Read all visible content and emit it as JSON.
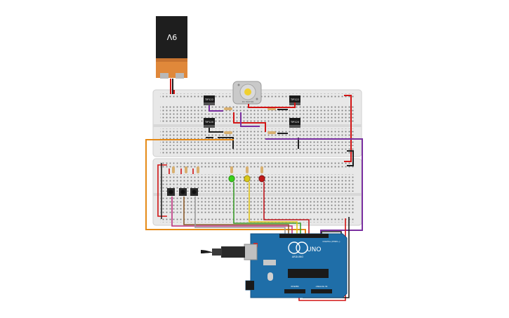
{
  "battery": {
    "label": "9V"
  },
  "motor": {
    "label": "DC MOTOR"
  },
  "transistors": [
    {
      "id": "q1",
      "label": "TIP122"
    },
    {
      "id": "q2",
      "label": "TIP120"
    },
    {
      "id": "q3",
      "label": "TIP122"
    },
    {
      "id": "q4",
      "label": "TIP120"
    }
  ],
  "arduino": {
    "model": "UNO",
    "brand": "ARDUINO",
    "header_label": "DIGITAL (PWM~)",
    "power_label": "POWER",
    "analog_label": "ANALOG IN"
  },
  "leds": [
    {
      "color_name": "green",
      "color": "#3bd11a"
    },
    {
      "color_name": "yellow",
      "color": "#d8c81a"
    },
    {
      "color_name": "red",
      "color": "#c01818"
    }
  ],
  "wire_colors": {
    "red": "#d21414",
    "black": "#202020",
    "orange": "#e58a17",
    "purple": "#7a2fa0",
    "magenta": "#c0307f",
    "brown": "#8a5a2b",
    "green": "#3c9c2a",
    "yellow": "#e0c419",
    "grey": "#9a9a9a"
  },
  "board_color": "#1f6ea8"
}
